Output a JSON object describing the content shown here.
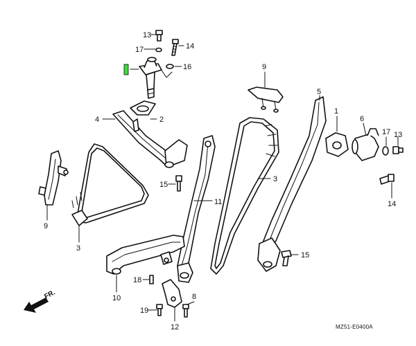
{
  "diagram": {
    "code": "MZ51-E0400A",
    "direction_label": "FR.",
    "highlight_color": "#3ddc3d",
    "callouts": {
      "c13a": "13",
      "c17a": "17",
      "c14a": "14",
      "c16": "16",
      "c9a": "9",
      "c5": "5",
      "c4": "4",
      "c2": "2",
      "c1": "1",
      "c6": "6",
      "c17b": "17",
      "c13b": "13",
      "c14b": "14",
      "c3a": "3",
      "c3b": "3",
      "c15a": "15",
      "c11": "11",
      "c9b": "9",
      "c15b": "15",
      "c18": "18",
      "c10": "10",
      "c8": "8",
      "c19": "19",
      "c12": "12"
    }
  }
}
